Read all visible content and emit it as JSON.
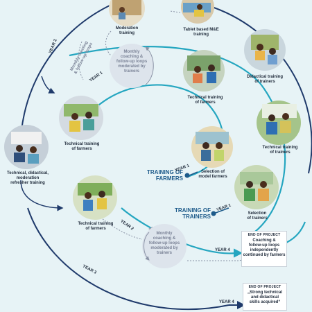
{
  "colors": {
    "background": "#e7f3f6",
    "loop_line": "#25a6c0",
    "outer_line": "#1f3a6b",
    "dot": "#1d5a8a",
    "loop_circle": "#dde4ec"
  },
  "activities": {
    "moderation_training": "Moderation\ntraining",
    "tablet_training": "Tablet based M&E\ntraining",
    "didactical_training": "Didactical training\nof trainers",
    "technical_trainers_upper": "Technical training\nof trainers",
    "technical_farmers_center": "Technical training\nof farmers",
    "technical_farmers_left": "Technical training\nof farmers",
    "refresher_training": "Technical, didactical,\nmoderation\nrefresher training",
    "selection_model_farmers": "Selection of\nmodel farmers",
    "selection_trainers": "Selection\nof trainers",
    "technical_farmers_lower": "Technical training\nof farmers"
  },
  "loops": {
    "upper": "Monthly\ncoaching &\nfollow-up loops\nmoderated by\ntrainers",
    "lower": "Monthly\ncoaching &\nfollow-up loops\nmoderated by\ntrainers",
    "meeting": "Monthly meeting\n& follow-up loops"
  },
  "stages": {
    "farmers": "TRAINING OF\nFARMERS",
    "trainers": "TRAINING OF\nTRAINERS"
  },
  "years": {
    "outer_year2": "YEAR 2",
    "outer_year3": "YEAR 3",
    "outer_year4": "YEAR 4",
    "farmers_year1": "YEAR 1",
    "trainers_year1": "YEAR 1",
    "loop_year1": "YEAR 1",
    "loop_year2": "YEAR 2",
    "loop_year4": "YEAR 4"
  },
  "end_of_project": [
    {
      "title": "END OF PROJECT",
      "body": "Coaching &\nfollow-up loops\nindependently\ncontinued by farmers"
    },
    {
      "title": "END OF PROJECT",
      "body": "„Strong technical\nand didactical\nskills acquired“"
    }
  ]
}
